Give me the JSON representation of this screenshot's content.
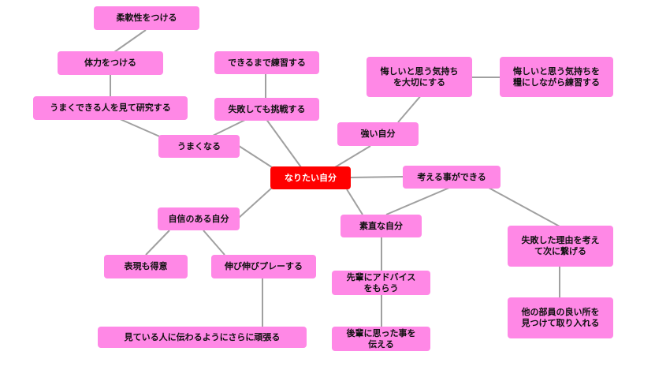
{
  "colors": {
    "node_fill": "#ff88e6",
    "center_fill": "#ff0000",
    "center_text": "#ffffff",
    "link": "#a0a0a0"
  },
  "nodes": {
    "center": "なりたい自分",
    "umaku": "うまくなる",
    "shippai": "失敗しても挑戦する",
    "dekiru": "できるまで練習する",
    "kenkyu": "うまくできる人を見て研究する",
    "tairyoku": "体力をつける",
    "junan": "柔軟性をつける",
    "tsuyoi": "強い自分",
    "kuyashii": "悔しいと思う気持ち\nを大切にする",
    "kate": "悔しいと思う気持ちを\n糧にしながら練習する",
    "kangaeru": "考える事ができる",
    "riyuu": "失敗した理由を考え\nて次に繋げる",
    "buin": "他の部員の良い所を\n見つけて取り入れる",
    "sunao": "素直な自分",
    "senpai": "先輩にアドバイス\nをもらう",
    "kohai": "後輩に思った事を\n伝える",
    "jishin": "自信のある自分",
    "hyogen": "表現も得意",
    "nobi": "伸び伸びプレーする",
    "miteiru": "見ている人に伝わるようにさらに頑張る"
  }
}
